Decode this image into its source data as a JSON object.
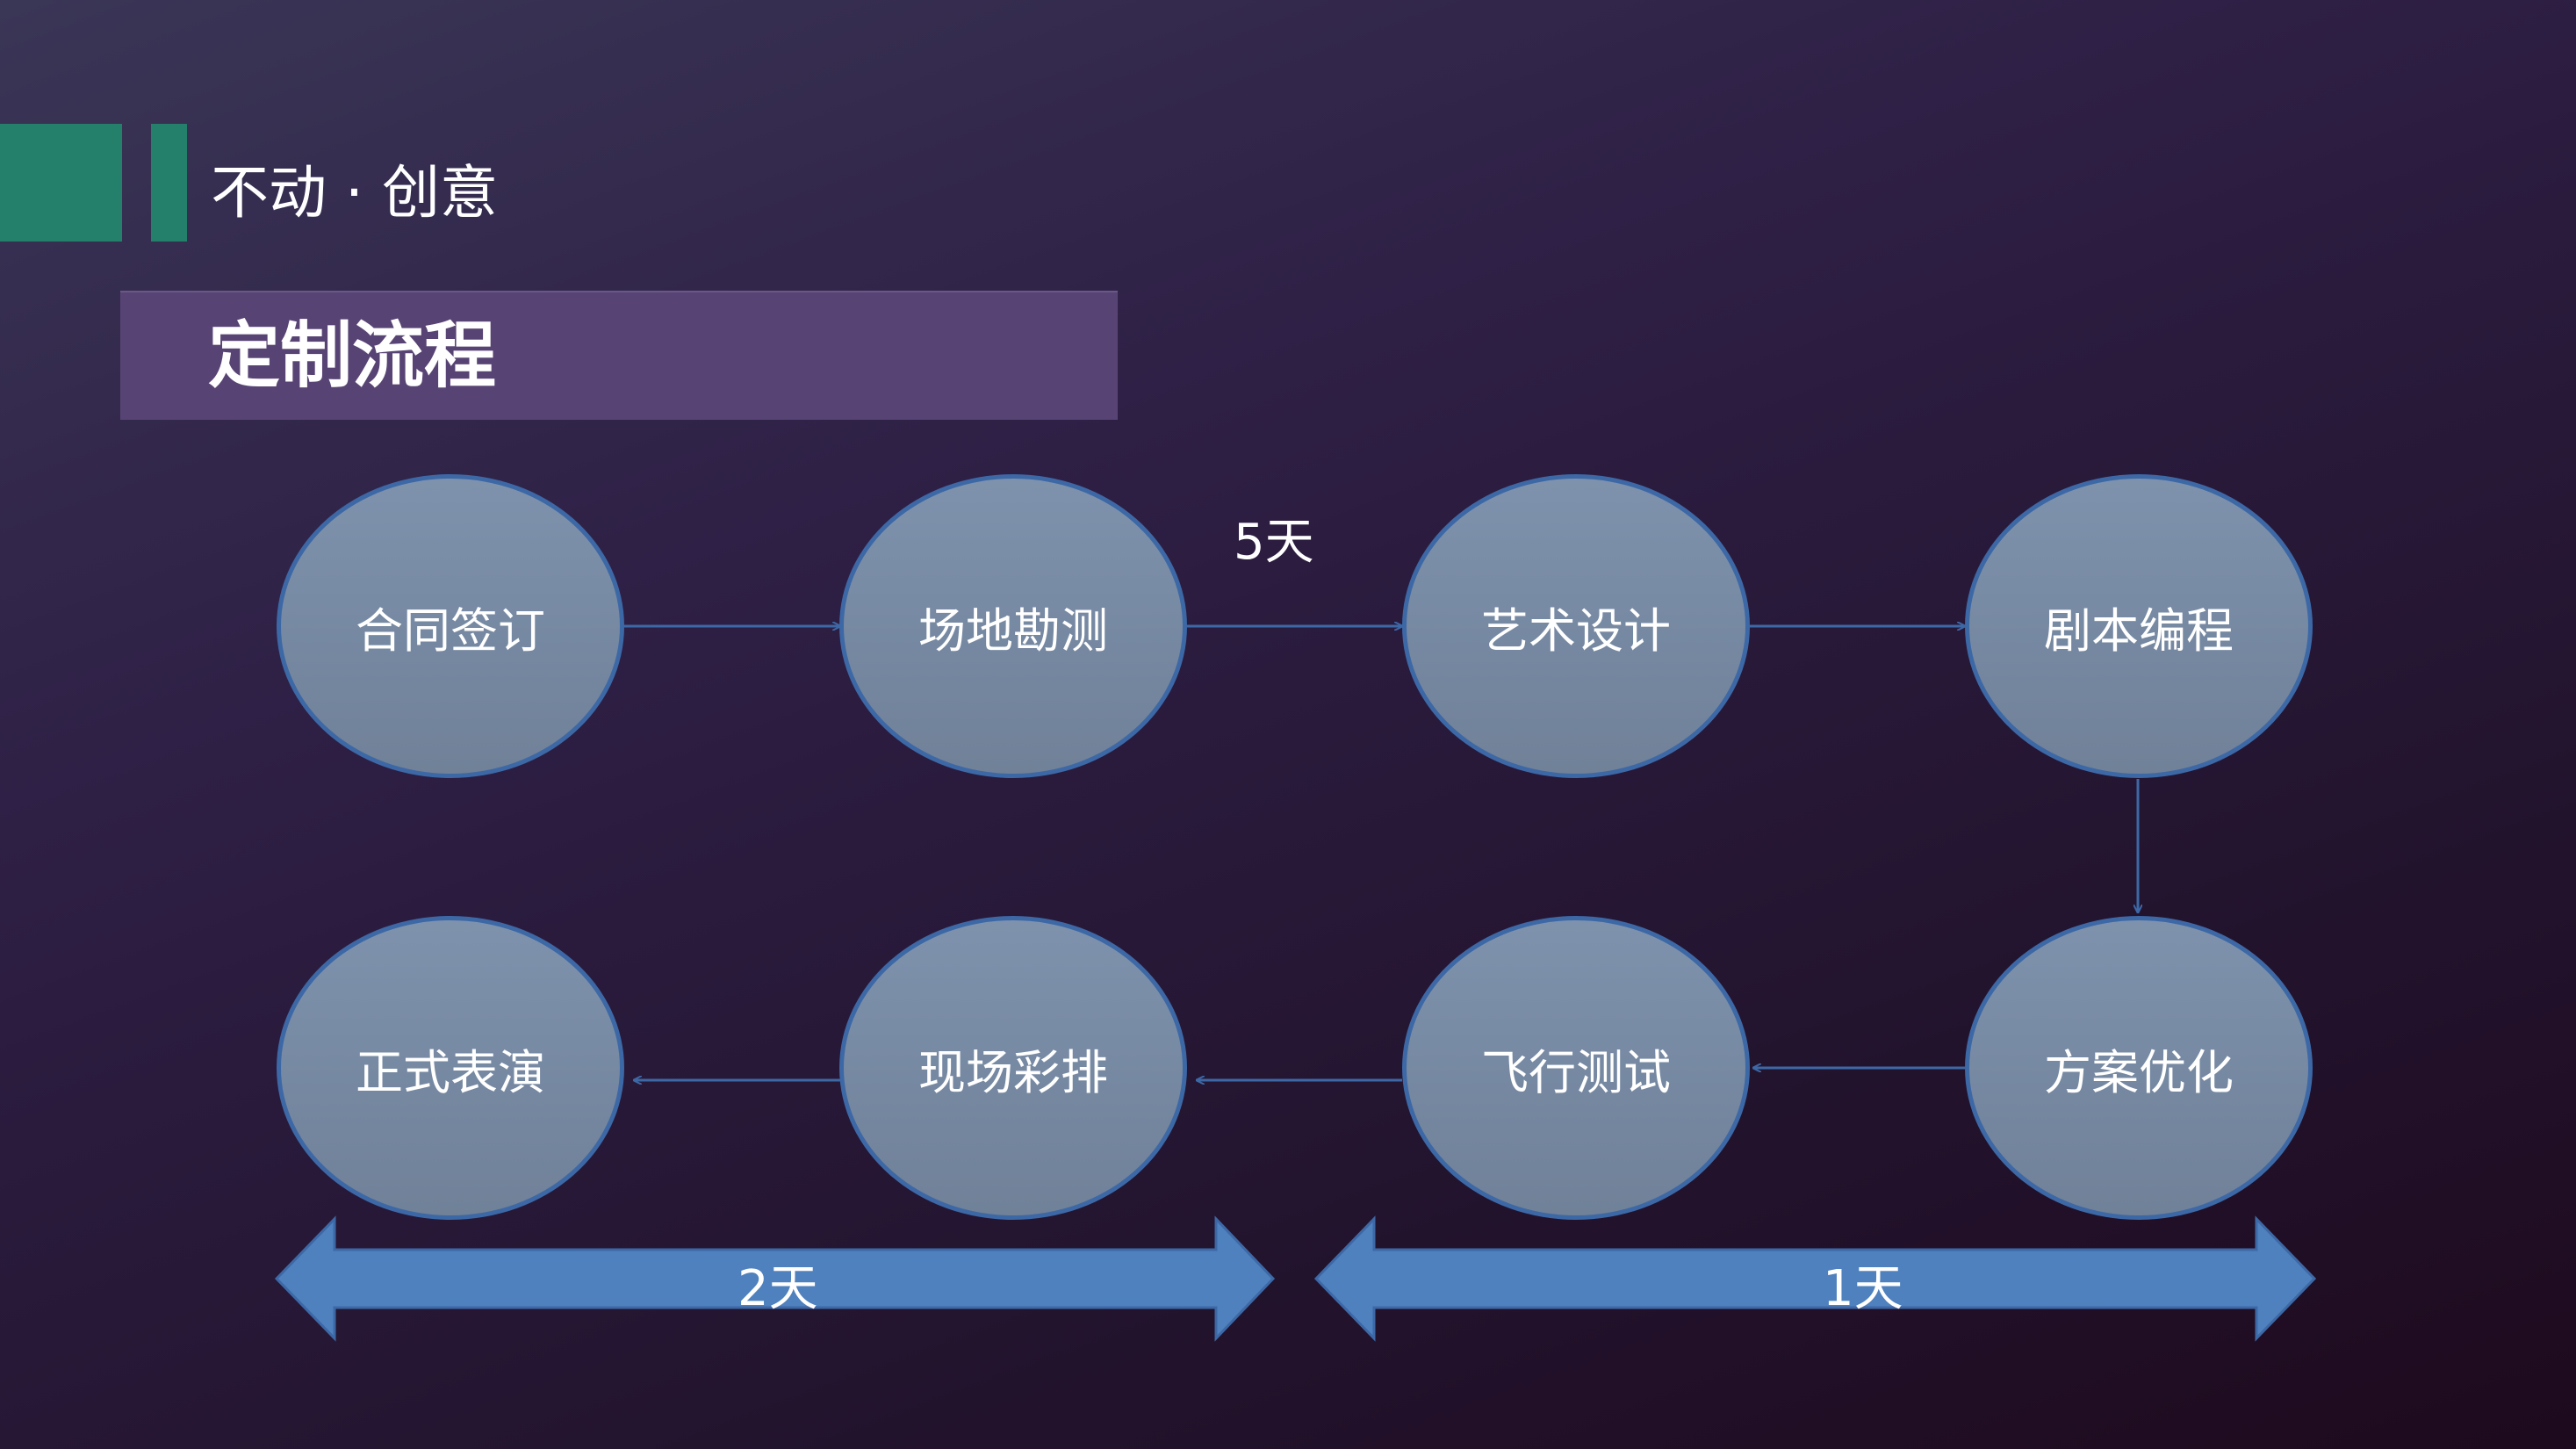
{
  "header": {
    "brand_title": "不动 · 创意",
    "section_title": "定制流程"
  },
  "steps": [
    "合同签订",
    "场地勘测",
    "艺术设计",
    "剧本编程",
    "方案优化",
    "飞行测试",
    "现场彩排",
    "正式表演"
  ],
  "durations": {
    "design_phase": "5天",
    "rehearsal_phase": "2天",
    "testing_phase": "1天"
  },
  "colors": {
    "accent": "#25806b",
    "banner": "#584474",
    "node_fill": "#7889a3",
    "node_border": "#3d68a6",
    "arrow_fill": "#4e81bd",
    "connector": "#3d68a6"
  }
}
